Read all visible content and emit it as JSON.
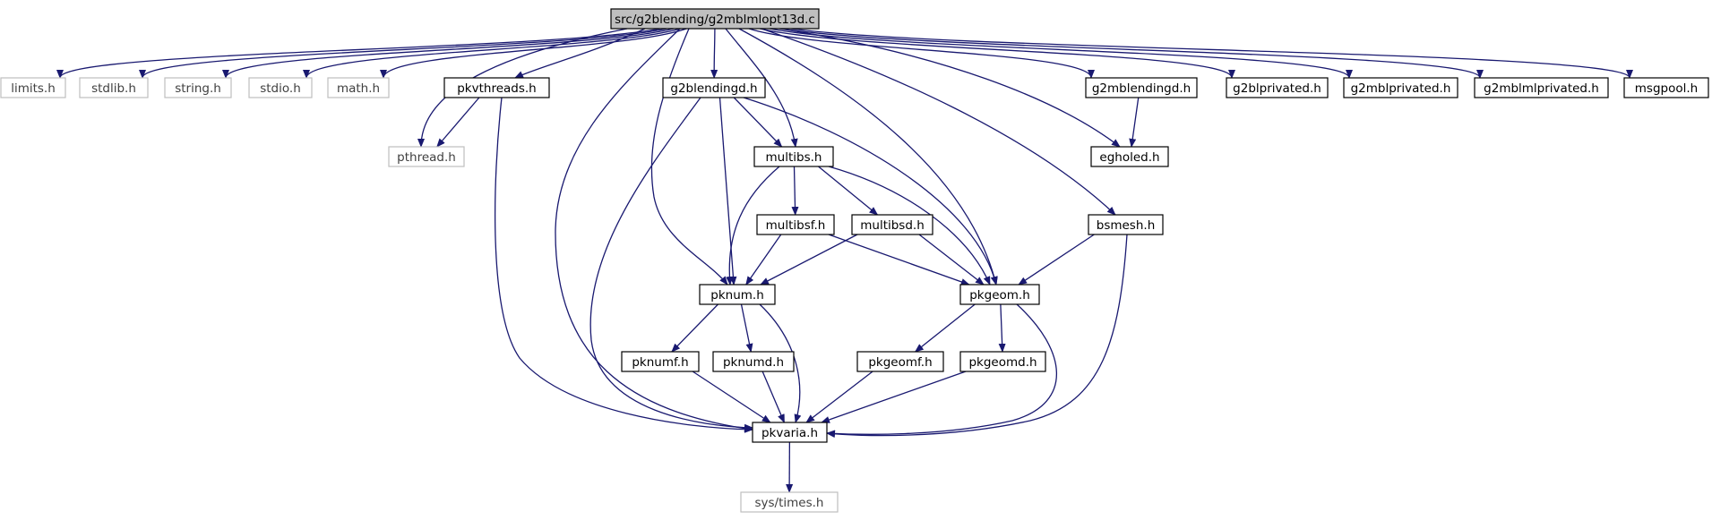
{
  "graph": {
    "nodes": [
      {
        "id": "root",
        "label": "src/g2blending/g2mblmlopt13d.c",
        "kind": "root"
      },
      {
        "id": "limits",
        "label": "limits.h",
        "kind": "external"
      },
      {
        "id": "stdlib",
        "label": "stdlib.h",
        "kind": "external"
      },
      {
        "id": "string",
        "label": "string.h",
        "kind": "external"
      },
      {
        "id": "stdio",
        "label": "stdio.h",
        "kind": "external"
      },
      {
        "id": "math",
        "label": "math.h",
        "kind": "external"
      },
      {
        "id": "pkvthreads",
        "label": "pkvthreads.h",
        "kind": "internal"
      },
      {
        "id": "g2blendingd",
        "label": "g2blendingd.h",
        "kind": "internal"
      },
      {
        "id": "g2mblendingd",
        "label": "g2mblendingd.h",
        "kind": "internal"
      },
      {
        "id": "g2blprivated",
        "label": "g2blprivated.h",
        "kind": "internal"
      },
      {
        "id": "g2mblprivated",
        "label": "g2mblprivated.h",
        "kind": "internal"
      },
      {
        "id": "g2mblmlprivated",
        "label": "g2mblmlprivated.h",
        "kind": "internal"
      },
      {
        "id": "msgpool",
        "label": "msgpool.h",
        "kind": "internal"
      },
      {
        "id": "pthread",
        "label": "pthread.h",
        "kind": "external"
      },
      {
        "id": "multibs",
        "label": "multibs.h",
        "kind": "internal"
      },
      {
        "id": "egholed",
        "label": "egholed.h",
        "kind": "internal"
      },
      {
        "id": "multibsf",
        "label": "multibsf.h",
        "kind": "internal"
      },
      {
        "id": "multibsd",
        "label": "multibsd.h",
        "kind": "internal"
      },
      {
        "id": "bsmesh",
        "label": "bsmesh.h",
        "kind": "internal"
      },
      {
        "id": "pknum",
        "label": "pknum.h",
        "kind": "internal"
      },
      {
        "id": "pkgeom",
        "label": "pkgeom.h",
        "kind": "internal"
      },
      {
        "id": "pknumf",
        "label": "pknumf.h",
        "kind": "internal"
      },
      {
        "id": "pknumd",
        "label": "pknumd.h",
        "kind": "internal"
      },
      {
        "id": "pkgeomf",
        "label": "pkgeomf.h",
        "kind": "internal"
      },
      {
        "id": "pkgeomd",
        "label": "pkgeomd.h",
        "kind": "internal"
      },
      {
        "id": "pkvaria",
        "label": "pkvaria.h",
        "kind": "internal"
      },
      {
        "id": "systimes",
        "label": "sys/times.h",
        "kind": "external"
      }
    ],
    "edges": [
      {
        "from": "root",
        "to": "limits"
      },
      {
        "from": "root",
        "to": "stdlib"
      },
      {
        "from": "root",
        "to": "string"
      },
      {
        "from": "root",
        "to": "stdio"
      },
      {
        "from": "root",
        "to": "math"
      },
      {
        "from": "root",
        "to": "pkvthreads"
      },
      {
        "from": "root",
        "to": "pthread"
      },
      {
        "from": "root",
        "to": "pkvaria"
      },
      {
        "from": "root",
        "to": "pknum"
      },
      {
        "from": "root",
        "to": "g2blendingd"
      },
      {
        "from": "root",
        "to": "multibs"
      },
      {
        "from": "root",
        "to": "pkgeom"
      },
      {
        "from": "root",
        "to": "bsmesh"
      },
      {
        "from": "root",
        "to": "egholed"
      },
      {
        "from": "root",
        "to": "g2mblendingd"
      },
      {
        "from": "root",
        "to": "g2blprivated"
      },
      {
        "from": "root",
        "to": "g2mblprivated"
      },
      {
        "from": "root",
        "to": "g2mblmlprivated"
      },
      {
        "from": "root",
        "to": "msgpool"
      },
      {
        "from": "pkvthreads",
        "to": "pthread"
      },
      {
        "from": "pkvthreads",
        "to": "pkvaria"
      },
      {
        "from": "g2blendingd",
        "to": "multibs"
      },
      {
        "from": "g2blendingd",
        "to": "pknum"
      },
      {
        "from": "g2blendingd",
        "to": "pkgeom"
      },
      {
        "from": "g2blendingd",
        "to": "pkvaria"
      },
      {
        "from": "g2mblendingd",
        "to": "egholed"
      },
      {
        "from": "multibs",
        "to": "multibsf"
      },
      {
        "from": "multibs",
        "to": "multibsd"
      },
      {
        "from": "multibs",
        "to": "pknum"
      },
      {
        "from": "multibs",
        "to": "pkgeom"
      },
      {
        "from": "multibsf",
        "to": "pknum"
      },
      {
        "from": "multibsf",
        "to": "pkgeom"
      },
      {
        "from": "multibsd",
        "to": "pknum"
      },
      {
        "from": "multibsd",
        "to": "pkgeom"
      },
      {
        "from": "bsmesh",
        "to": "pkgeom"
      },
      {
        "from": "bsmesh",
        "to": "pkvaria"
      },
      {
        "from": "pknum",
        "to": "pknumf"
      },
      {
        "from": "pknum",
        "to": "pknumd"
      },
      {
        "from": "pknum",
        "to": "pkvaria"
      },
      {
        "from": "pkgeom",
        "to": "pkgeomf"
      },
      {
        "from": "pkgeom",
        "to": "pkgeomd"
      },
      {
        "from": "pkgeom",
        "to": "pkvaria"
      },
      {
        "from": "pknumf",
        "to": "pkvaria"
      },
      {
        "from": "pknumd",
        "to": "pkvaria"
      },
      {
        "from": "pkgeomf",
        "to": "pkvaria"
      },
      {
        "from": "pkgeomd",
        "to": "pkvaria"
      },
      {
        "from": "pkvaria",
        "to": "systimes"
      }
    ]
  },
  "colors": {
    "edge": "#191970",
    "internal_border": "#000000",
    "external_border": "#bfbfbf",
    "root_fill": "#bfbfbf",
    "root_border": "#000000",
    "internal_text": "#000000",
    "external_text": "#404040"
  }
}
